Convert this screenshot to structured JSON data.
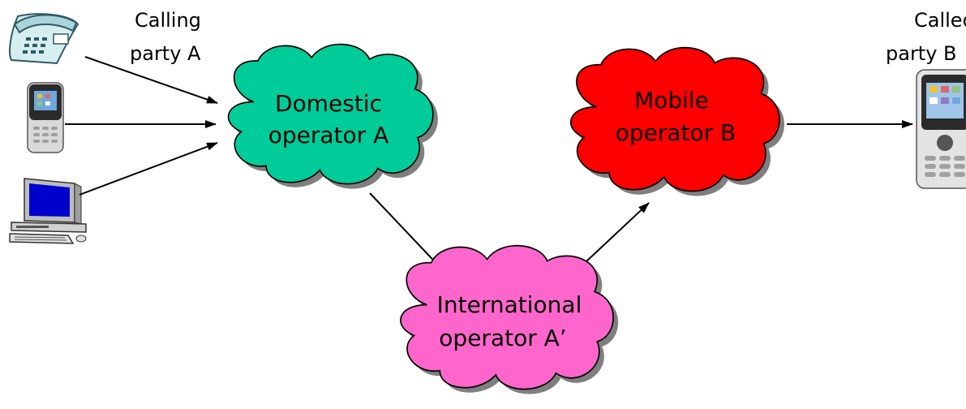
{
  "calling_party": {
    "line1": "Calling",
    "line2": "party A"
  },
  "called_party": {
    "line1": "Called",
    "line2": "party B"
  },
  "clouds": {
    "domestic": {
      "line1": "Domestic",
      "line2": "operator A",
      "color": "#00CC99"
    },
    "mobile": {
      "line1": "Mobile",
      "line2": "operator B",
      "color": "#FF0000"
    },
    "international": {
      "line1": "International",
      "line2": "operator A’",
      "color": "#FF66CC"
    }
  },
  "icons": {
    "calling_devices": [
      "desk-phone-icon",
      "mobile-phone-icon",
      "desktop-computer-icon"
    ],
    "called_device": "mobile-phone-icon"
  },
  "colors": {
    "cloud_outline": "#000000",
    "shadow": "#7f7f7f",
    "arrow": "#000000"
  }
}
